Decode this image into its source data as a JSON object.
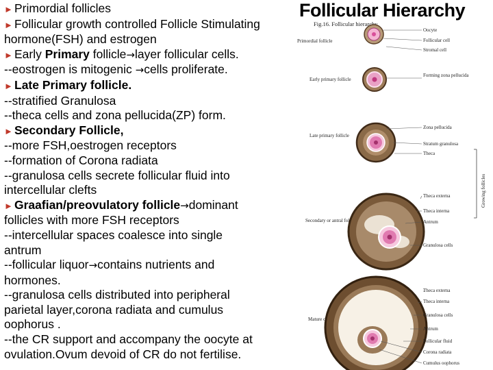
{
  "title": "Follicular Hierarchy",
  "text": {
    "l1": "Primordial follicles",
    "l2": "Follicular growth controlled Follicle Stimulating",
    "l3": "hormone(FSH) and estrogen",
    "l4a": "Early ",
    "l4b": "Primary",
    "l4c": " follicle",
    "l4d": "layer follicular cells.",
    "l5a": "--eostrogen is mitogenic ",
    "l5b": "cells proliferate.",
    "l6": "Late Primary follicle.",
    "l7": "--stratified Granulosa",
    "l8": "--theca cells and zona pellucida(ZP) form.",
    "l9": "Secondary Follicle,",
    "l10": "--more FSH,oestrogen receptors",
    "l11": "--formation of  Corona radiata",
    "l12": "--granulosa cells secrete follicular fluid into",
    "l13": "intercellular clefts",
    "l14a": "Graafian/preovulatory follicle",
    "l14b": "dominant",
    "l15": "follicles with more FSH receptors",
    "l16": "--intercellular spaces coalesce into single",
    "l17": "antrum",
    "l18a": "--follicular liquor",
    "l18b": "contains nutrients and",
    "l19": "hormones.",
    "l20": "--granulosa cells distributed into peripheral",
    "l21": "parietal layer,corona radiata and cumulus",
    "l22": "oophorus .",
    "l23": "--the CR support and accompany the oocyte at",
    "l24": "ovulation.Ovum devoid of CR do not fertilise."
  },
  "bullet_glyph": "►",
  "arrow_glyph": "→",
  "figure": {
    "caption": "Fig.16. Follicular hierarchy",
    "stages": [
      "Primordial follicle",
      "Early primary follicle",
      "Late primary follicle",
      "Secondary or antral follicle",
      "Mature or Graafian follicle"
    ],
    "labels": [
      "Oocyte",
      "Follicular cell",
      "Stromal cell",
      "Forming zona pellucida",
      "Zona pellucida",
      "Stratum granulosa",
      "Theca",
      "Theca externa",
      "Theca interna",
      "Antrum",
      "Granulosa cells",
      "Theca externa",
      "Theca interna",
      "Granulosa cells",
      "Antrum",
      "Follicular fluid",
      "Corona radiata",
      "Cumulus oophorus"
    ],
    "side_label": "Growing follicles"
  },
  "colors": {
    "bullet": "#c0392b",
    "oocyte": "#d94f9a",
    "zona": "#f6c8de",
    "granulosa": "#7a5a3a",
    "theca": "#a88a6a",
    "antrum": "#f7f1e6"
  }
}
